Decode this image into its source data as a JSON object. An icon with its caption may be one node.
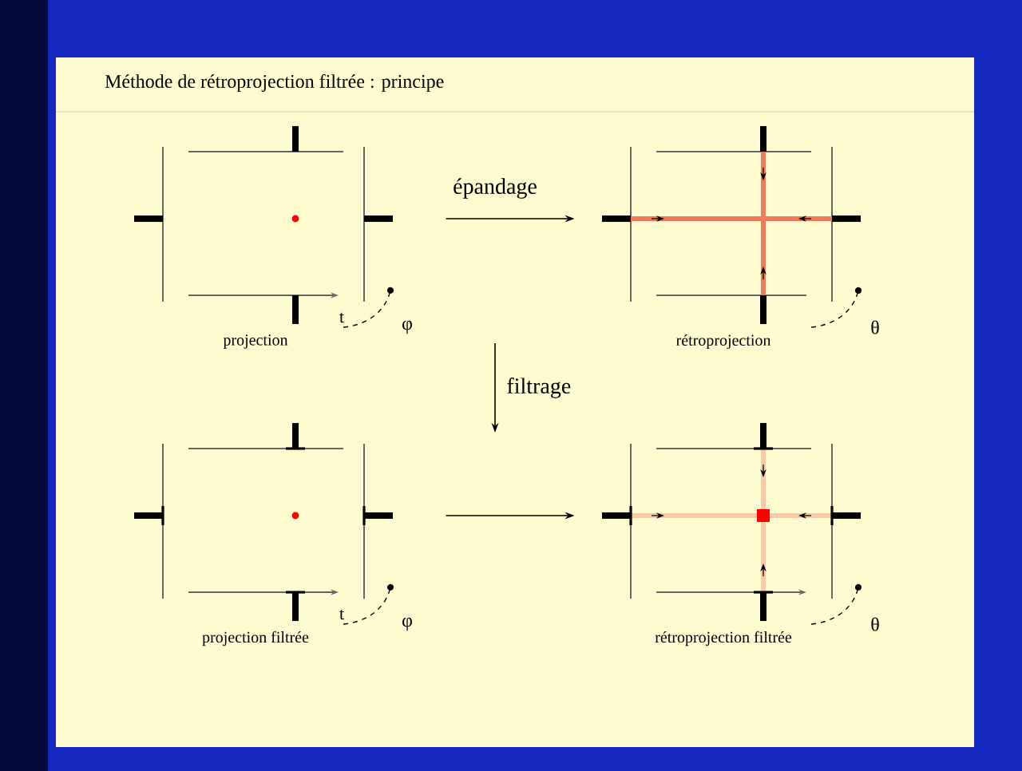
{
  "diagram": {
    "title": "Méthode de rétroprojection filtrée : principe",
    "nodes": [
      {
        "text": [],
        "shape": "picture",
        "beside": [
          "projection"
        ]
      },
      {
        "text": [],
        "shape": "picture",
        "beside": [
          "rétroprojection"
        ]
      },
      {
        "text": [],
        "shape": "picture",
        "beside": [
          "projection filtrée"
        ]
      },
      {
        "text": [],
        "shape": "picture",
        "beside": [
          "rétroprojection filtrée"
        ]
      }
    ],
    "edges": [
      {
        "from": 0,
        "to": 1,
        "arrow": "to",
        "label": "épandage"
      },
      {
        "from": 2,
        "to": 3,
        "arrow": "to"
      }
    ],
    "labels": [
      "t",
      "φ",
      "θ",
      "filtrage",
      "t",
      "φ",
      "θ"
    ]
  }
}
